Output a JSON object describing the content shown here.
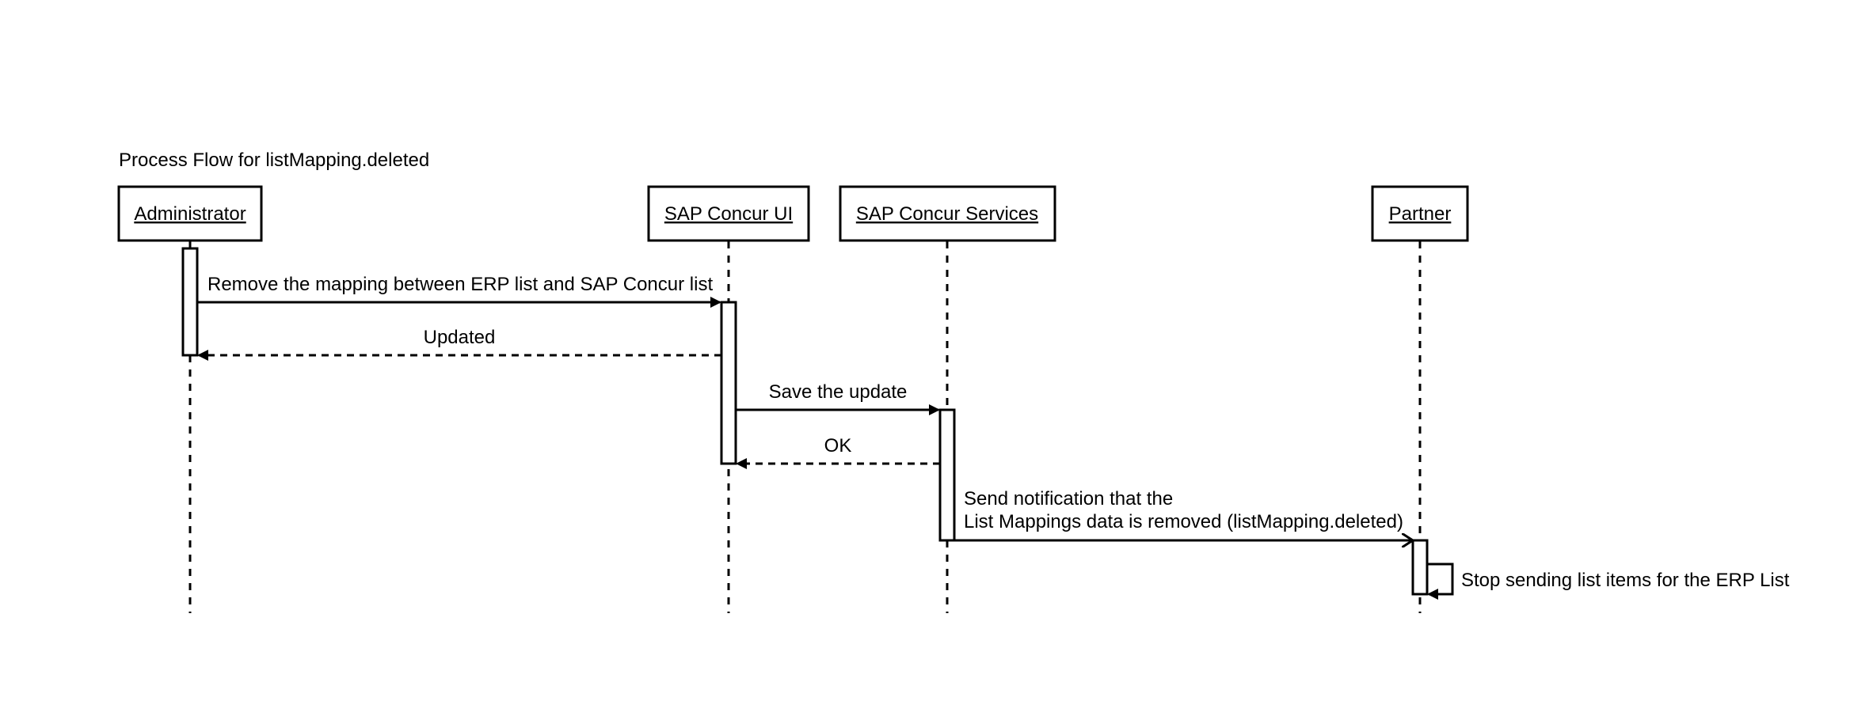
{
  "diagram": {
    "title": "Process Flow for listMapping.deleted",
    "participants": [
      {
        "id": "admin",
        "label": "Administrator"
      },
      {
        "id": "ui",
        "label": "SAP Concur UI"
      },
      {
        "id": "services",
        "label": "SAP Concur Services"
      },
      {
        "id": "partner",
        "label": "Partner"
      }
    ],
    "messages": [
      {
        "from": "admin",
        "to": "ui",
        "style": "sync",
        "label": "Remove the mapping between ERP list and SAP Concur list"
      },
      {
        "from": "ui",
        "to": "admin",
        "style": "return",
        "label": "Updated"
      },
      {
        "from": "ui",
        "to": "services",
        "style": "sync",
        "label": "Save the update"
      },
      {
        "from": "services",
        "to": "ui",
        "style": "return",
        "label": "OK"
      },
      {
        "from": "services",
        "to": "partner",
        "style": "async",
        "label_line1": "Send notification that the",
        "label_line2": "List Mappings data is removed (listMapping.deleted)"
      },
      {
        "from": "partner",
        "to": "partner",
        "style": "self",
        "label": "Stop sending list items for the ERP List"
      }
    ]
  }
}
